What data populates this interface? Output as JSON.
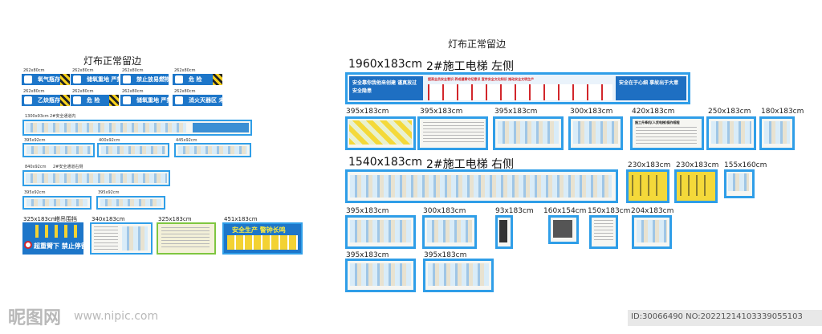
{
  "left": {
    "heading": "灯布正常留边",
    "signs_row1": [
      {
        "dim": "262x80cm",
        "text": "氧气瓶存放处"
      },
      {
        "dim": "262x80cm",
        "text": "储氧重地  严禁烟火"
      },
      {
        "dim": "262x80cm",
        "text": "禁止放易燃物"
      },
      {
        "dim": "262x80cm",
        "text": "危  险"
      }
    ],
    "signs_row2": [
      {
        "dim": "262x80cm",
        "text": "乙炔瓶存放处"
      },
      {
        "dim": "262x80cm",
        "text": "危  险"
      },
      {
        "dim": "262x80cm",
        "text": "储氧重地  严禁烟火"
      },
      {
        "dim": "262x80cm",
        "text": "消火灭器区  未经批准不得"
      }
    ],
    "long1_dim": "1300x93cm",
    "long1_label": "2#安全通道内",
    "row_a_dims": [
      "395x92cm",
      "400x92cm",
      "445x92cm"
    ],
    "long2_dim": "840x92cm",
    "long2_label": "2#安全通道右侧",
    "row_b_dims": [
      "395x92cm",
      "395x92cm"
    ],
    "bottom": [
      {
        "dim": "325x183cm",
        "label": "塔吊围挡",
        "text": "超重臂下  禁止停留"
      },
      {
        "dim": "340x183cm",
        "label": "",
        "text": ""
      },
      {
        "dim": "325x183cm",
        "label": "",
        "text": ""
      },
      {
        "dim": "451x183cm",
        "label": "",
        "text": "安全生产  警钟长鸣"
      }
    ]
  },
  "right": {
    "heading": "灯布正常留边",
    "section1": {
      "dim": "1960x183cm",
      "label": "2#施工电梯  左侧",
      "banner_left": "安全靠你我他来创建  谨真放过安全隐患",
      "banner_mid": "提高全员安全意识  养成遵章守纪意识  宣传安全文化知识  推动安全文明生产",
      "banner_right": "安全在于心细  事故出于大意"
    },
    "row1": [
      "395x183cm",
      "395x183cm",
      "395x183cm",
      "300x183cm",
      "420x183cm",
      "250x183cm",
      "180x183cm"
    ],
    "row1_title": "施工升降机(人货电梯)操作规程",
    "section2": {
      "dim": "1540x183cm",
      "label": "2#施工电梯  右侧"
    },
    "row2_right": [
      "230x183cm",
      "230x183cm",
      "155x160cm"
    ],
    "row3": [
      "395x183cm",
      "300x183cm",
      "93x183cm",
      "160x154cm",
      "150x183cm",
      "204x183cm"
    ],
    "row4": [
      "395x183cm",
      "395x183cm"
    ]
  },
  "watermark": {
    "logo": "昵图网",
    "url": "www.nipic.com",
    "id": "ID:30066490 NO:20221214103339055103"
  },
  "colors": {
    "frame": "#2f9ee8",
    "sign": "#1d76c9",
    "hazard_yellow": "#f7d11c",
    "red": "#d2262b"
  }
}
